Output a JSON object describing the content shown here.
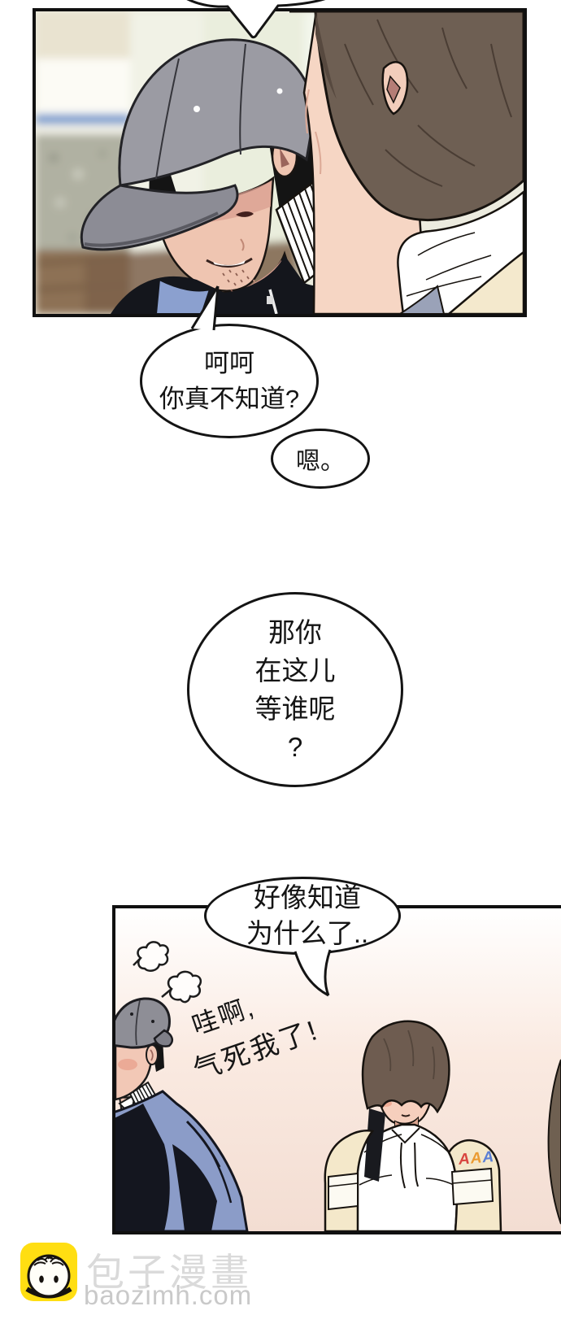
{
  "bubbles": {
    "b1": {
      "lines": [
        "呵呵",
        "你真不知道?"
      ]
    },
    "b2": {
      "lines": [
        "嗯。"
      ]
    },
    "b3": {
      "lines": [
        "那你",
        "在这儿",
        "等谁呢",
        "?"
      ]
    },
    "b4": {
      "lines": [
        "好像知道",
        "为什么了.."
      ]
    }
  },
  "panel2": {
    "handwritten": {
      "lines": [
        "哇啊,",
        "气死我了!"
      ]
    },
    "jacket_logo": {
      "letters": [
        {
          "ch": "A",
          "color": "#d8453e"
        },
        {
          "ch": "A",
          "color": "#eb9b31"
        },
        {
          "ch": "A",
          "color": "#5b7fd4"
        }
      ]
    }
  },
  "footer": {
    "logo_icon": "baozi-bun-icon",
    "site_name": "包子漫畫",
    "site_url": "baozimh.com",
    "brand_yellow": "#ffde12",
    "site_name_color": "#dadada",
    "site_url_color": "#c9c9c9"
  }
}
